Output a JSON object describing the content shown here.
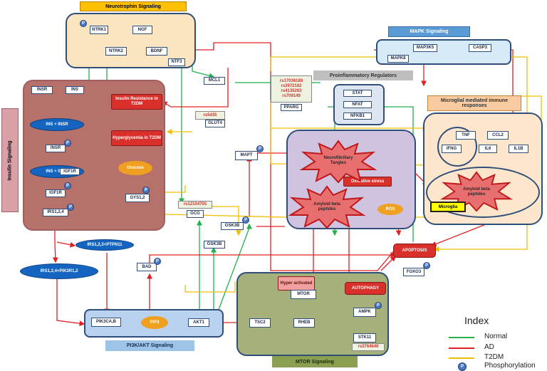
{
  "headers": {
    "neurotrophin": "Neurotrophin Signaling",
    "mapk": "MAPK Signaling",
    "proinflammatory": "Proinflammatory Regulators",
    "microglial": "Microglial mediated immune responses",
    "insulin": "Insulin Signaling",
    "pi3k": "PI3K/AKT Signaling",
    "mtor": "MTOR Signaling"
  },
  "nodes": {
    "ntrk1": "NTRK1",
    "ngf": "NGF",
    "ntrk2": "NTRK2",
    "bdnf": "BDNF",
    "ntf3": "NTF3",
    "map3k5": "MAP3K5",
    "casp3": "CASP3",
    "mapk8": "MAPK8",
    "mcl1": "MCL1",
    "stat": "STAT",
    "nfat": "NFAT",
    "nfkb1": "NFKB1",
    "pparg": "PPARG",
    "insr": "INSR",
    "ins": "INS",
    "insr2": "INSR",
    "igf1r": "IGF1R",
    "igf1r2": "IGF1R",
    "irs": "IRS1,2,4",
    "glut4": "GLUT4",
    "gys": "GYS1,2",
    "gcg": "GCG",
    "mapt": "MAPT",
    "gsk3b1": "GSK3B",
    "gsk3b2": "GSK3B",
    "bad": "BAD",
    "pik3ca": "PIK3CA,B",
    "akt1": "AKT1",
    "tsc2": "TSC2",
    "rheb": "RHEB",
    "mtor": "MTOR",
    "ampk": "AMPK",
    "stk11": "STK11",
    "foxo3": "FOXO3",
    "tnf": "TNF",
    "ccl2": "CCL2",
    "ifng": "IFNG",
    "il6": "IL6",
    "il1b": "IL1B"
  },
  "ovals": {
    "ins_insr1": "INS + INSR",
    "ins_insr2": "INS + INSR",
    "irs_ptpn": "IRS1,2,3+PTPN11",
    "irs_pik3r": "IRS1,2,4+PIK3R1,2"
  },
  "red_boxes": {
    "insulin_resistance": "Insulin Resistance in T2DM",
    "hyperglycemia": "Hyperglycemia in T2DM",
    "oxidative": "Oxidative stress",
    "apoptosis": "APOPTOSIS",
    "autophagy": "AUTOPHAGY",
    "hyper": "Hyper activated"
  },
  "orange": {
    "glucose": "Glucose",
    "pip3": "PIP3",
    "ros": "ROS"
  },
  "stars": {
    "tangles": "Neurofibrillary Tangles",
    "amyloid1": "Amyloid beta peptides",
    "amyloid2": "Amyloid beta peptides"
  },
  "microglia": "Microglia",
  "snps": {
    "pparg_snps": [
      "rs17036188",
      "rs2972162",
      "rs4135263",
      "rs709149"
    ],
    "glut4_snp": "rs5435",
    "gcg_snp": "rs12104705",
    "stk11_snp": "rs3764640"
  },
  "phospho_symbol": "P",
  "legend": {
    "title": "Index",
    "items": [
      {
        "label": "Normal",
        "color": "#22b14c"
      },
      {
        "label": "AD",
        "color": "#e02020"
      },
      {
        "label": "T2DM",
        "color": "#f0c000"
      },
      {
        "label": "Phosphorylation",
        "symbol": "P"
      }
    ]
  }
}
